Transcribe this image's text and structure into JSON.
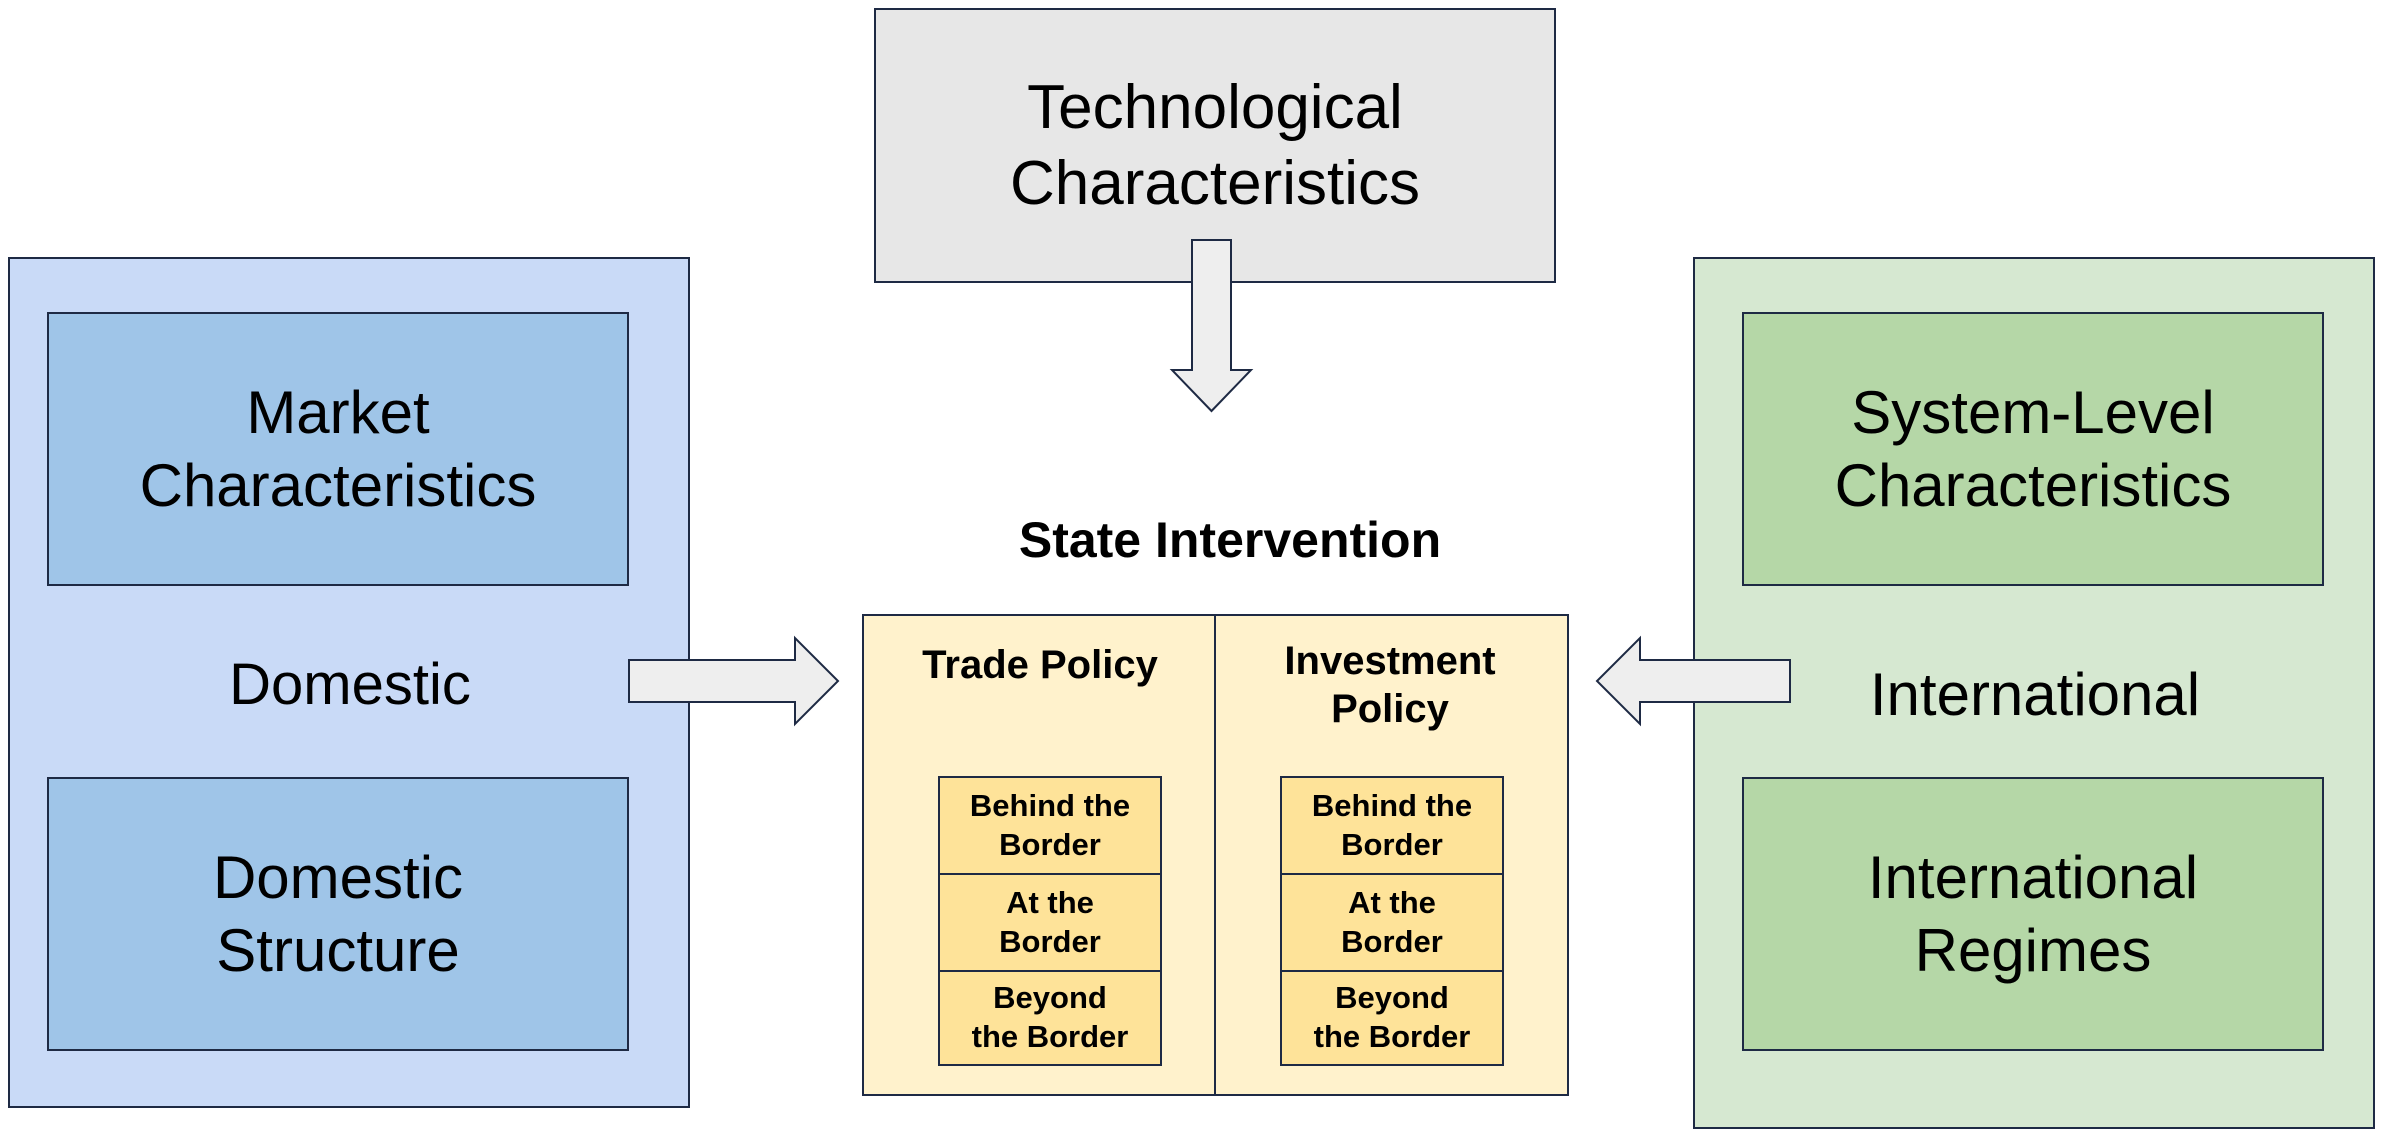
{
  "technological": "Technological\nCharacteristics",
  "domestic": {
    "market": "Market\nCharacteristics",
    "label": "Domestic",
    "structure": "Domestic\nStructure"
  },
  "international": {
    "system_level": "System-Level\nCharacteristics",
    "label": "International",
    "regimes": "International\nRegimes"
  },
  "state": {
    "title": "State Intervention",
    "trade": {
      "heading": "Trade Policy",
      "levels": [
        "Behind the\nBorder",
        "At the\nBorder",
        "Beyond\nthe Border"
      ]
    },
    "investment": {
      "heading": "Investment\nPolicy",
      "levels": [
        "Behind the\nBorder",
        "At the\nBorder",
        "Beyond\nthe Border"
      ]
    }
  },
  "colors": {
    "technological_fill": "#e7e7e7",
    "domestic_fill": "#c9daf7",
    "domestic_inner_fill": "#9fc5e8",
    "international_fill": "#d6e8d1",
    "international_inner_fill": "#b5d7a7",
    "state_fill": "#fff2cc",
    "level_fill": "#fee399",
    "arrow_fill": "#eeeeee",
    "border": "#1e2a44"
  }
}
